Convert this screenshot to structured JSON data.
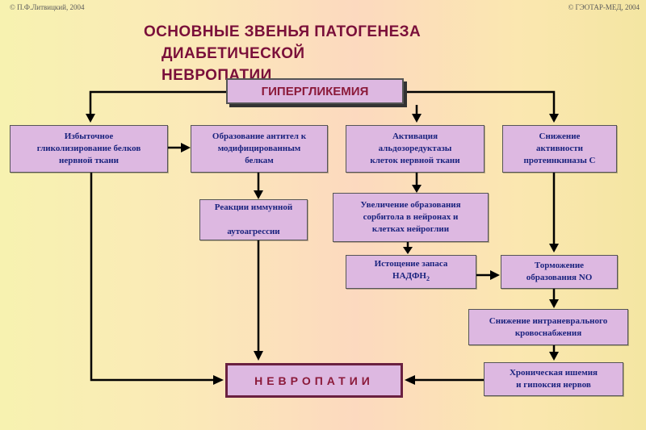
{
  "copyright": {
    "left": "© П.Ф.Литвицкий, 2004",
    "right": "© ГЭОТАР-МЕД, 2004"
  },
  "title": {
    "line1": "ОСНОВНЫЕ ЗВЕНЬЯ  ПАТОГЕНЕЗА",
    "line2": "ДИАБЕТИЧЕСКОЙ",
    "line3": "НЕВРОПАТИИ"
  },
  "nodes": {
    "hyperglycemia": "ГИПЕРГЛИКЕМИЯ",
    "glycosylation": "Избыточное\nгликолизирование белков\nнервной ткани",
    "antibodies": "Образование антител к\nмодифицированным\nбелкам",
    "aldose": "Активация\nальдозоредуктазы\nклеток нервной ткани",
    "pkc": "Снижение\nактивности\nпротеинкиназы С",
    "immune": "Реакции иммунной\n\nаутоагрессии",
    "sorbitol": "Увеличение образования\nсорбитола в нейронах и\nклетках нейроглии",
    "nadph_text": "Истощение запаса\nНАДФН",
    "nadph_sub": "2",
    "no": "Торможение\nобразования NO",
    "blood": "Снижение интраневрального\nкровоснабжения",
    "ischemia": "Хроническая ишемия\nи гипоксия нервов",
    "neuropathy": "НЕВРОПАТИИ"
  },
  "colors": {
    "box_fill": "#ddb8e1",
    "box_text": "#1a237e",
    "title_text": "#7a0f3a",
    "arrow": "#000000"
  }
}
